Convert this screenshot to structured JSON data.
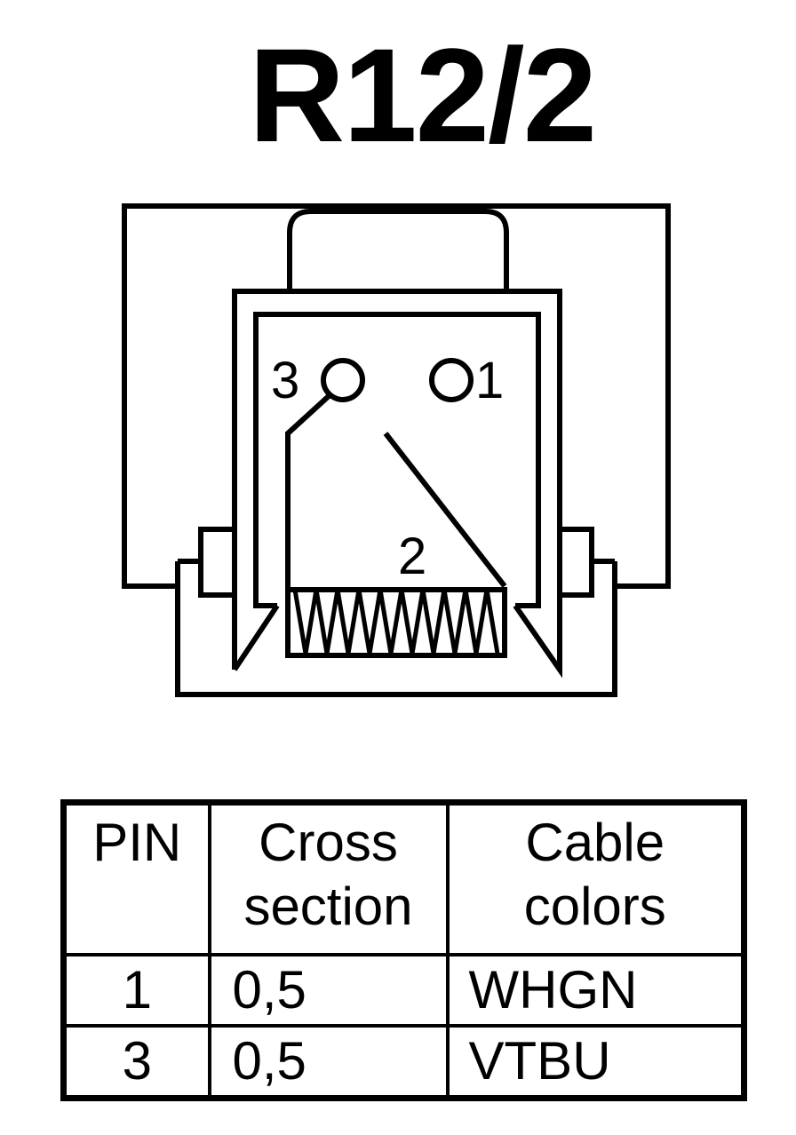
{
  "title": "R12/2",
  "diagram": {
    "pin_labels": [
      "3",
      "1",
      "2"
    ]
  },
  "table": {
    "headers": [
      {
        "line1": "PIN",
        "line2": ""
      },
      {
        "line1": "Cross",
        "line2": "section"
      },
      {
        "line1": "Cable",
        "line2": "colors"
      }
    ],
    "rows": [
      {
        "pin": "1",
        "cross_section": "0,5",
        "colors": "WHGN"
      },
      {
        "pin": "3",
        "cross_section": "0,5",
        "colors": "VTBU"
      }
    ]
  }
}
